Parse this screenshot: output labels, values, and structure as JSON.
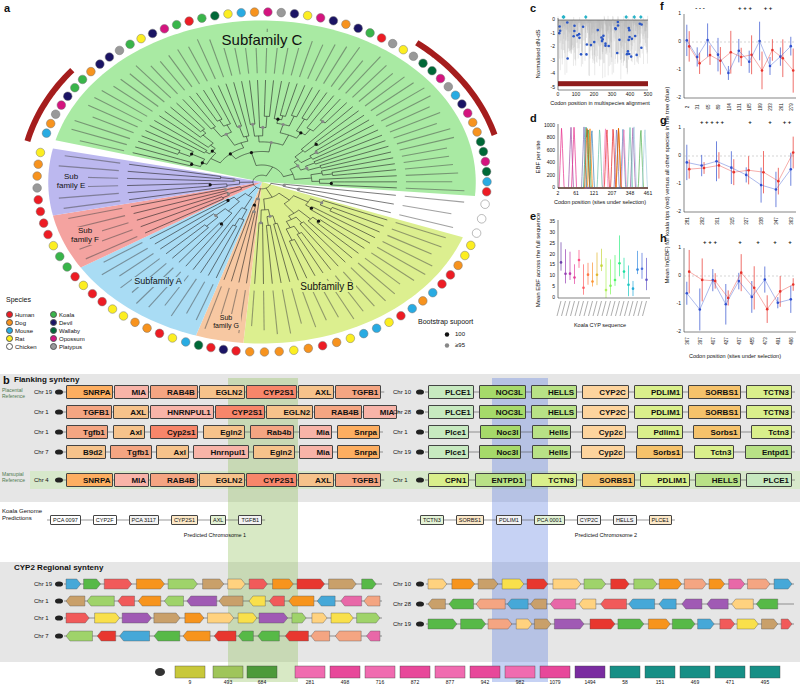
{
  "diagram": {
    "nodes": [
      {
        "text": [
          "Subfamily C"
        ]
      },
      {
        "text": [
          "Sub family E"
        ]
      },
      {
        "text": [
          "Sub family F"
        ]
      },
      {
        "text": [
          "Subfamily A"
        ]
      },
      {
        "text": [
          "Sub family G"
        ]
      },
      {
        "text": [
          "Subfamily B"
        ]
      },
      {
        "text": [
          "Flanking synteny"
        ]
      },
      {
        "text": [
          "SNRPA"
        ],
        "in": 6
      },
      {
        "text": [
          "MIA"
        ],
        "in": 6
      },
      {
        "text": [
          "RAB4B"
        ],
        "in": 6
      },
      {
        "text": [
          "EGLN2"
        ],
        "in": 6
      },
      {
        "text": [
          "CYP2S1"
        ],
        "in": 6
      },
      {
        "text": [
          "AXL"
        ],
        "in": 6
      },
      {
        "text": [
          "TGFB1"
        ],
        "in": 6
      },
      {
        "text": [
          "TGFB1"
        ],
        "in": 6
      },
      {
        "text": [
          "AXL"
        ],
        "in": 6
      },
      {
        "text": [
          "HNRNPUL1"
        ],
        "in": 6
      },
      {
        "text": [
          "CYP2S1"
        ],
        "in": 6
      },
      {
        "text": [
          "EGLN2"
        ],
        "in": 6
      },
      {
        "text": [
          "RAB4B"
        ],
        "in": 6
      },
      {
        "text": [
          "MIA"
        ],
        "in": 6
      },
      {
        "text": [
          "Tgfb1"
        ],
        "in": 6
      },
      {
        "text": [
          "Axl"
        ],
        "in": 6
      },
      {
        "text": [
          "Cyp2s1"
        ],
        "in": 6
      },
      {
        "text": [
          "Egln2"
        ],
        "in": 6
      },
      {
        "text": [
          "Rab4b"
        ],
        "in": 6
      },
      {
        "text": [
          "Mia"
        ],
        "in": 6
      },
      {
        "text": [
          "Snrpa"
        ],
        "in": 6
      },
      {
        "text": [
          "B9d2"
        ],
        "in": 6
      },
      {
        "text": [
          "Tgfb1"
        ],
        "in": 6
      },
      {
        "text": [
          "Axl"
        ],
        "in": 6
      },
      {
        "text": [
          "Hnrnpul1"
        ],
        "in": 6
      },
      {
        "text": [
          "Egln2"
        ],
        "in": 6
      },
      {
        "text": [
          "Mia"
        ],
        "in": 6
      },
      {
        "text": [
          "Snrpa"
        ],
        "in": 6
      },
      {
        "text": [
          "SNRPA"
        ],
        "in": 6
      },
      {
        "text": [
          "MIA"
        ],
        "in": 6
      },
      {
        "text": [
          "RAB4B"
        ],
        "in": 6
      },
      {
        "text": [
          "EGLN2"
        ],
        "in": 6
      },
      {
        "text": [
          "CYP2S1"
        ],
        "in": 6
      },
      {
        "text": [
          "AXL"
        ],
        "in": 6
      },
      {
        "text": [
          "TGFB1"
        ],
        "in": 6
      },
      {
        "text": [
          "PLCE1"
        ],
        "in": 6
      },
      {
        "text": [
          "NOC3L"
        ],
        "in": 6
      },
      {
        "text": [
          "HELLS"
        ],
        "in": 6
      },
      {
        "text": [
          "CYP2C"
        ],
        "in": 6
      },
      {
        "text": [
          "PDLIM1"
        ],
        "in": 6
      },
      {
        "text": [
          "SORBS1"
        ],
        "in": 6
      },
      {
        "text": [
          "TCTN3"
        ],
        "in": 6
      },
      {
        "text": [
          "PLCE1"
        ],
        "in": 6
      },
      {
        "text": [
          "NOC3L"
        ],
        "in": 6
      },
      {
        "text": [
          "HELLS"
        ],
        "in": 6
      },
      {
        "text": [
          "CYP2C"
        ],
        "in": 6
      },
      {
        "text": [
          "PDLIM1"
        ],
        "in": 6
      },
      {
        "text": [
          "SORBS1"
        ],
        "in": 6
      },
      {
        "text": [
          "TCTN3"
        ],
        "in": 6
      },
      {
        "text": [
          "Plce1"
        ],
        "in": 6
      },
      {
        "text": [
          "Noc3l"
        ],
        "in": 6
      },
      {
        "text": [
          "Hells"
        ],
        "in": 6
      },
      {
        "text": [
          "Cyp2c"
        ],
        "in": 6
      },
      {
        "text": [
          "Pdlim1"
        ],
        "in": 6
      },
      {
        "text": [
          "Sorbs1"
        ],
        "in": 6
      },
      {
        "text": [
          "Tctn3"
        ],
        "in": 6
      },
      {
        "text": [
          "Plce1"
        ],
        "in": 6
      },
      {
        "text": [
          "Noc3l"
        ],
        "in": 6
      },
      {
        "text": [
          "Hells"
        ],
        "in": 6
      },
      {
        "text": [
          "Cyp2c"
        ],
        "in": 6
      },
      {
        "text": [
          "Sorbs1"
        ],
        "in": 6
      },
      {
        "text": [
          "Tctn3"
        ],
        "in": 6
      },
      {
        "text": [
          "Entpd1"
        ],
        "in": 6
      },
      {
        "text": [
          "CPN1"
        ],
        "in": 6
      },
      {
        "text": [
          "ENTPD1"
        ],
        "in": 6
      },
      {
        "text": [
          "TCTN3"
        ],
        "in": 6
      },
      {
        "text": [
          "SORBS1"
        ],
        "in": 6
      },
      {
        "text": [
          "PDLIM1"
        ],
        "in": 6
      },
      {
        "text": [
          "HELLS"
        ],
        "in": 6
      },
      {
        "text": [
          "PLCE1"
        ],
        "in": 6
      },
      {
        "text": [
          "PCA 0097"
        ]
      },
      {
        "text": [
          "CYP2F"
        ]
      },
      {
        "text": [
          "PCA 3117"
        ]
      },
      {
        "text": [
          "CYP2S1"
        ]
      },
      {
        "text": [
          "AXL"
        ]
      },
      {
        "text": [
          "TGFB1"
        ]
      },
      {
        "text": [
          "TCTN3"
        ]
      },
      {
        "text": [
          "SORBS1"
        ]
      },
      {
        "text": [
          "PDLIM1"
        ]
      },
      {
        "text": [
          "PCA 0001"
        ]
      },
      {
        "text": [
          "CYP2C"
        ]
      },
      {
        "text": [
          "HELLS"
        ]
      },
      {
        "text": [
          "PLCE1"
        ]
      },
      {
        "text": [
          "CYP2 Regional synteny"
        ]
      }
    ],
    "labels": [
      "a",
      "b",
      "c",
      "d",
      "e",
      "f",
      "g",
      "h",
      "Species",
      "Bootstrap supoort",
      "100",
      "≥95",
      "Normalised dN-dS",
      "0",
      "-1",
      "-2",
      "-3",
      "-4",
      "-5",
      "0",
      "100",
      "200",
      "300",
      "400",
      "500",
      "Codon position in multispecies alignment",
      "EBF per site",
      "0",
      "200",
      "400",
      "600",
      "800",
      "1000",
      "2",
      "61",
      "121",
      "207",
      "348",
      "461",
      "Codon position (sites under selection)",
      "Mean EBF across the full sequence",
      "0",
      "5",
      "10",
      "15",
      "20",
      "25",
      "30",
      "35",
      "Koala CYP sequence",
      "Mean ln(EBF) for koala tips (red) versus all other species in the tree (blue)",
      "1",
      "0",
      "-1",
      "-2",
      "1",
      "0",
      "-1",
      "-2",
      "1",
      "0",
      "-1",
      "-2",
      "2",
      "31",
      "65",
      "89",
      "104",
      "131",
      "165",
      "199",
      "233",
      "261",
      "279",
      "281",
      "292",
      "301",
      "315",
      "327",
      "338",
      "347",
      "363",
      "367",
      "397",
      "407",
      "427",
      "437",
      "455",
      "473",
      "491",
      "496",
      "Codon position (sites under selection)",
      "- - -",
      "+ + +",
      "+ +",
      "+ + + + +",
      "+",
      "+",
      "+ +",
      "+ + +",
      "+",
      "+",
      "+",
      "+",
      "Placental Reference",
      "Marsupial Reference",
      "Chr 19",
      "Chr 1",
      "Chr 1",
      "Chr 7",
      "Chr 4",
      "Chr 10",
      "Chr 28",
      "Chr 1",
      "Chr 19",
      "Chr 1",
      "Koala Genome Predictions",
      "Predicted Chromosome 1",
      "Predicted Chromosome 2",
      "Chr 19",
      "Chr 1",
      "Chr 1",
      "Chr 7",
      "Chr 10",
      "Chr 28",
      "Chr 19",
      "9",
      "493",
      "684",
      "281",
      "498",
      "716",
      "872",
      "877",
      "942",
      "982",
      "1079",
      "1494",
      "58",
      "151",
      "469",
      "471",
      "495"
    ],
    "legend": [
      {
        "text": "Human",
        "color": "#ed1c24"
      },
      {
        "text": "Koala",
        "color": "#39b54a"
      },
      {
        "text": "Dog",
        "color": "#f7931e"
      },
      {
        "text": "Devil",
        "color": "#1b1464"
      },
      {
        "text": "Mouse",
        "color": "#29abe2"
      },
      {
        "text": "Wallaby",
        "color": "#006837"
      },
      {
        "text": "Rat",
        "color": "#fcee21"
      },
      {
        "text": "Opossum",
        "color": "#d4147f"
      },
      {
        "text": "Chicken",
        "color": "#ffffff"
      },
      {
        "text": "Platypus",
        "color": "#999999"
      }
    ]
  }
}
